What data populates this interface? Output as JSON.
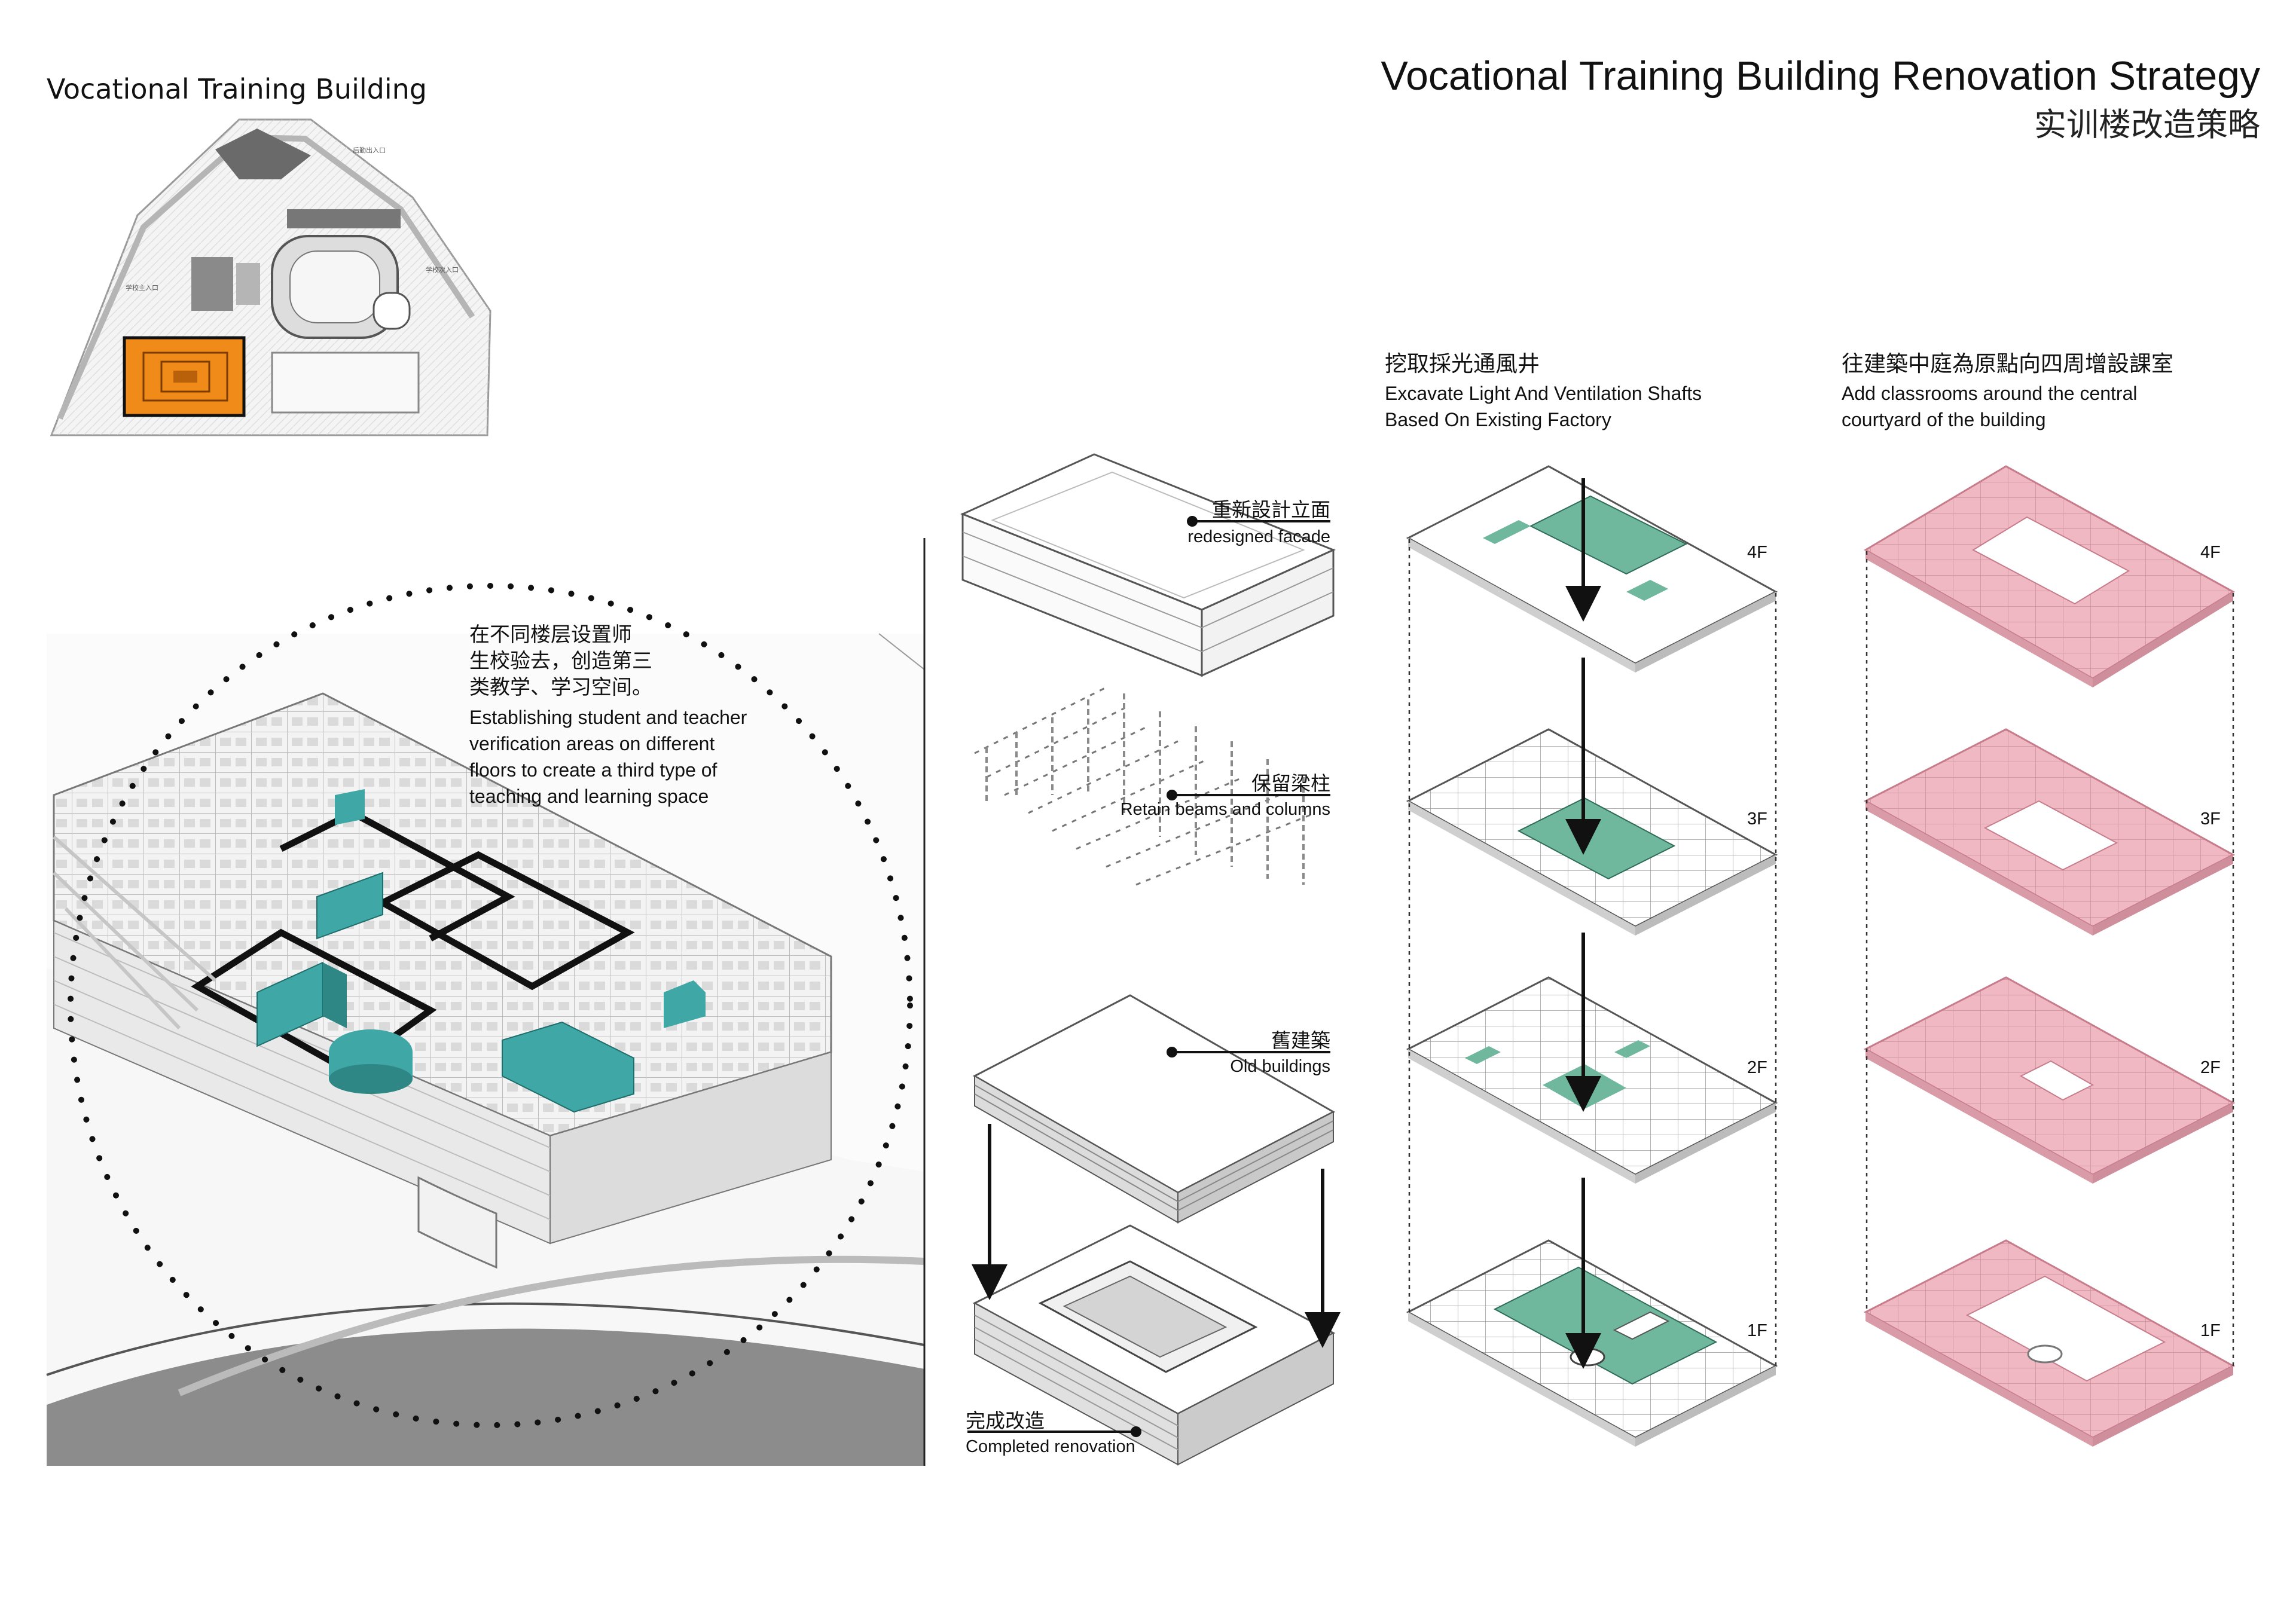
{
  "titles": {
    "left": "Vocational Training Building",
    "right": "Vocational Training Building Renovation Strategy",
    "right_cn": "实训楼改造策略"
  },
  "site_plan": {
    "labels": [
      "后勤出入口",
      "学校主入口",
      "学校次入口"
    ]
  },
  "perspective": {
    "annotation_cn": [
      "在不同楼层设置师",
      "生校验去，创造第三",
      "类教学、学习空间。"
    ],
    "annotation_en": [
      "Establishing student and teacher",
      "verification areas on different",
      "floors to create a third type of",
      "teaching and learning space"
    ]
  },
  "decomposition": {
    "facade": {
      "cn": "重新設計立面",
      "en": "redesigned facade"
    },
    "beams": {
      "cn": "保留梁柱",
      "en": "Retain beams and columns"
    },
    "old": {
      "cn": "舊建築",
      "en": "Old buildings"
    },
    "completed": {
      "cn": "完成改造",
      "en": "Completed renovation"
    }
  },
  "columns": {
    "shafts": {
      "cn": "挖取採光通風井",
      "en_line1": "Excavate Light And Ventilation Shafts",
      "en_line2": "Based On Existing Factory"
    },
    "classrooms": {
      "cn": "往建築中庭為原點向四周增設課室",
      "en_line1": "Add classrooms around the central",
      "en_line2": "courtyard of the building"
    }
  },
  "floors": [
    "4F",
    "3F",
    "2F",
    "1F"
  ],
  "colors": {
    "highlight_orange": "#f08a18",
    "teal": "#3fa7a5",
    "green_shaft": "#6fb79d",
    "pink": "#f0b8c2",
    "pink_stroke": "#c77c8c",
    "line": "#222222"
  }
}
